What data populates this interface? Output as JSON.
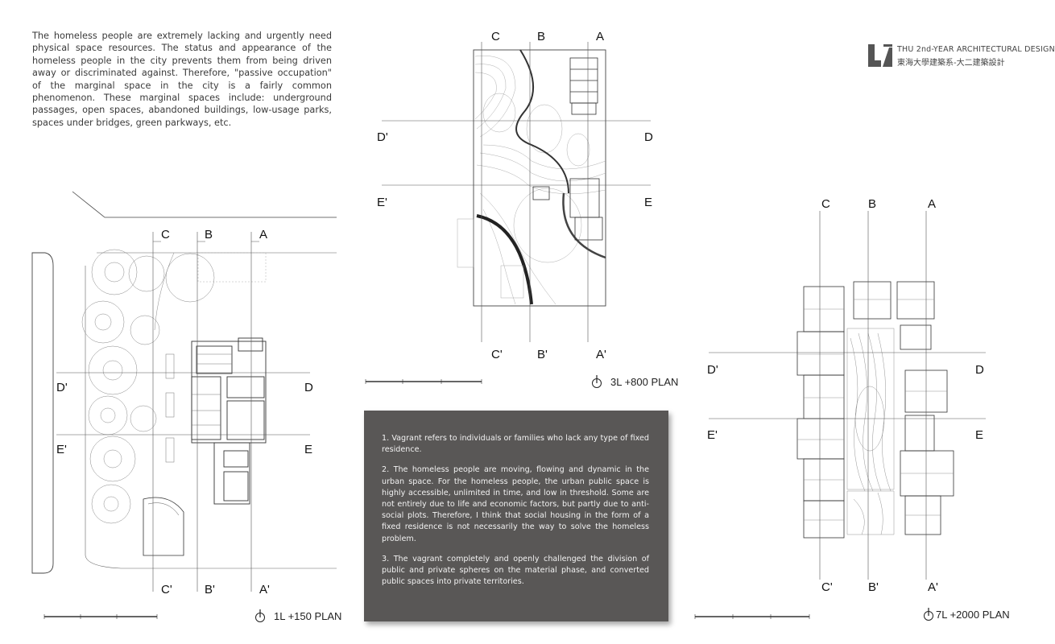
{
  "intro_text": "The homeless people are extremely lacking and urgently need physical space resources. The status and appearance of the homeless people in the city prevents them from being driven away or discriminated against. Therefore, \"passive occupation\" of the marginal space in the city is a fairly common phenomenon. These marginal spaces include: underground passages, open spaces, abandoned buildings, low-usage parks, spaces under bridges, green parkways, etc.",
  "logo": {
    "title": "THU 2nd-YEAR ARCHITECTURAL DESIGN",
    "subtitle": "東海大學建築系-大二建築設計"
  },
  "plans": {
    "plan_1L": {
      "label": "1L +150 PLAN",
      "cuts": {
        "C": "C",
        "B": "B",
        "A": "A",
        "C_": "C'",
        "B_": "B'",
        "A_": "A'",
        "D": "D",
        "D_": "D'",
        "E": "E",
        "E_": "E'"
      }
    },
    "plan_3L": {
      "label": "3L +800 PLAN",
      "cuts": {
        "C": "C",
        "B": "B",
        "A": "A",
        "C_": "C'",
        "B_": "B'",
        "A_": "A'",
        "D": "D",
        "D_": "D'",
        "E": "E",
        "E_": "E'"
      }
    },
    "plan_7L": {
      "label": "7L +2000 PLAN",
      "cuts": {
        "C": "C",
        "B": "B",
        "A": "A",
        "C_": "C'",
        "B_": "B'",
        "A_": "A'",
        "D": "D",
        "D_": "D'",
        "E": "E",
        "E_": "E'"
      }
    }
  },
  "notes": [
    "1. Vagrant refers to individuals or families who lack any type of fixed residence.",
    "2. The homeless people are moving, flowing and dynamic in the urban space. For the homeless people, the urban public space is highly accessible, unlimited in time, and low in threshold. Some are not entirely due to life and economic factors, but partly due to anti-social plots. Therefore, I think that social housing in the form of a fixed residence is not necessarily the way to solve the homeless problem.",
    "3. The vagrant completely and openly challenged the division of public and private spheres on the material phase, and converted public spaces into private territories."
  ],
  "colors": {
    "notes_bg": "#595756",
    "line": "#333333",
    "accent_line": "#999999"
  },
  "icons": [
    "north-arrow-icon",
    "logo-mark-icon",
    "scale-bar-icon"
  ]
}
